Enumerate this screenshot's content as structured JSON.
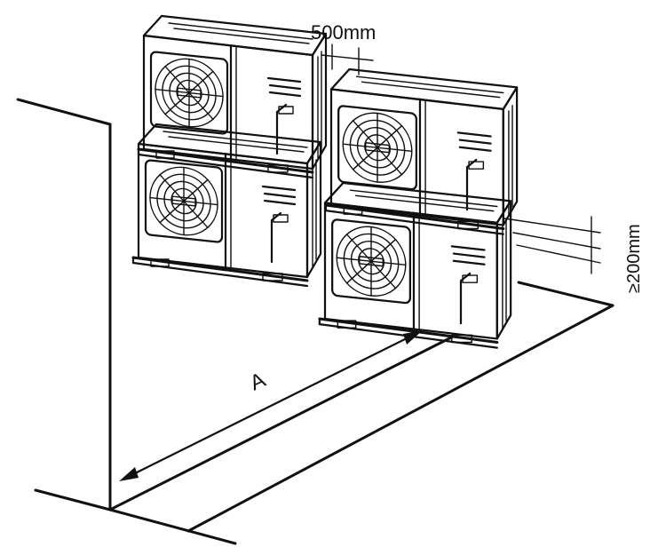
{
  "figure": {
    "gap_label": "500mm",
    "height_label": "≥200mm",
    "distance_label": "A",
    "unit_count": 4
  }
}
